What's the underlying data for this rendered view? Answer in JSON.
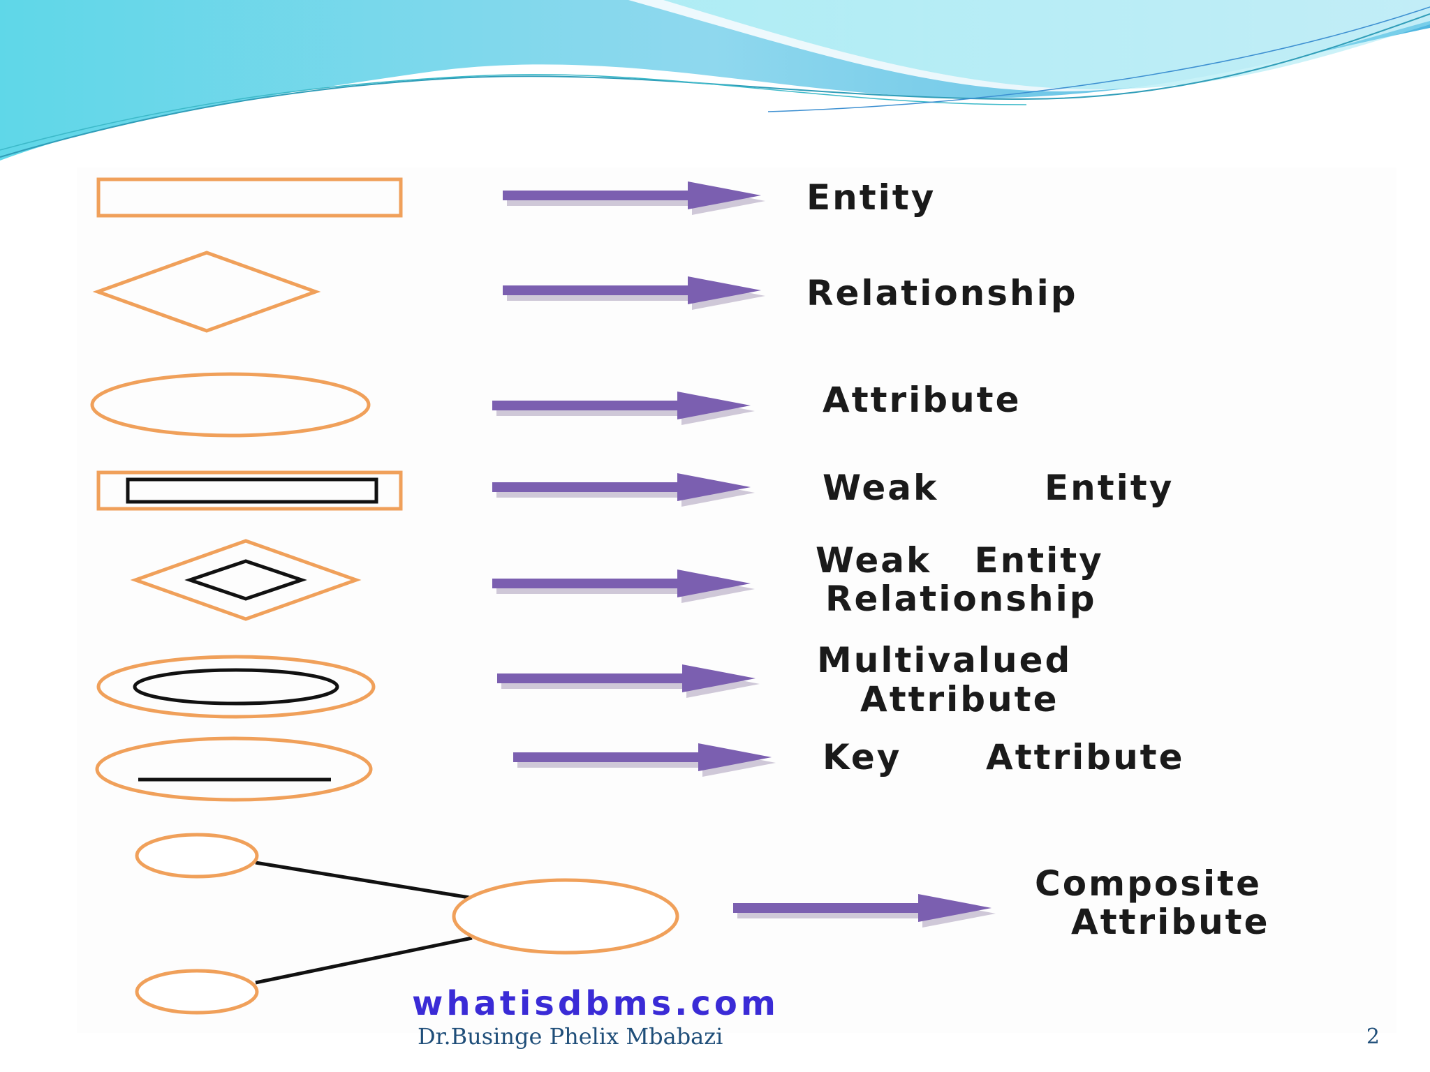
{
  "slide": {
    "diagram": {
      "legend": [
        {
          "symbol": "entity-symbol",
          "label": "Entity"
        },
        {
          "symbol": "relationship-symbol",
          "label": "Relationship"
        },
        {
          "symbol": "attribute-symbol",
          "label": "Attribute"
        },
        {
          "symbol": "weak-entity-symbol",
          "label_line1": "Weak",
          "label_line2": "Entity"
        },
        {
          "symbol": "weak-entity-relationship-symbol",
          "label_line1": "Weak   Entity",
          "label_line2": "Relationship"
        },
        {
          "symbol": "multivalued-attribute-symbol",
          "label_line1": "Multivalued",
          "label_line2": "Attribute"
        },
        {
          "symbol": "key-attribute-symbol",
          "label_line1": "Key",
          "label_line2": "Attribute"
        },
        {
          "symbol": "composite-attribute-symbol",
          "label_line1": "Composite",
          "label_line2": "Attribute"
        }
      ],
      "watermark": "whatisdbms.com"
    },
    "footer": {
      "author": "Dr.Businge Phelix Mbabazi",
      "page_number": "2"
    },
    "colors": {
      "shape_outline": "#f0a05a",
      "arrow": "#7b5fb0",
      "header_wave": "#5fd0e6",
      "footer_text": "#1f4e79"
    }
  }
}
